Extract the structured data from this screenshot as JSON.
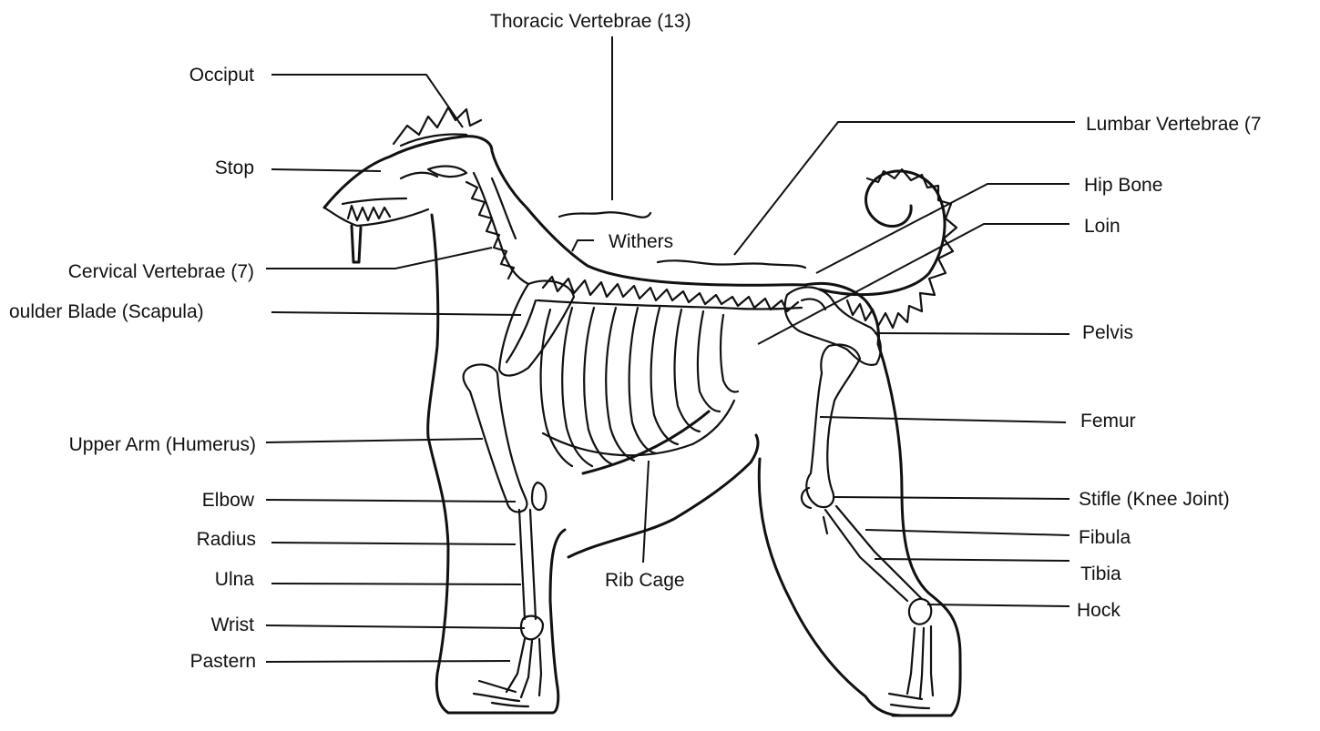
{
  "diagram": {
    "labels_left": {
      "occiput": "Occiput",
      "stop": "Stop",
      "cervical": "Cervical Vertebrae (7)",
      "scapula": "oulder Blade (Scapula)",
      "humerus": "Upper Arm (Humerus)",
      "elbow": "Elbow",
      "radius": "Radius",
      "ulna": "Ulna",
      "wrist": "Wrist",
      "pastern": "Pastern"
    },
    "labels_top": {
      "thoracic": "Thoracic Vertebrae (13)",
      "withers": "Withers",
      "ribcage": "Rib Cage"
    },
    "labels_right": {
      "lumbar": "Lumbar Vertebrae (7",
      "hip": "Hip Bone",
      "loin": "Loin",
      "pelvis": "Pelvis",
      "femur": "Femur",
      "stifle": "Stifle (Knee Joint)",
      "fibula": "Fibula",
      "tibia": "Tibia",
      "hock": "Hock"
    }
  }
}
